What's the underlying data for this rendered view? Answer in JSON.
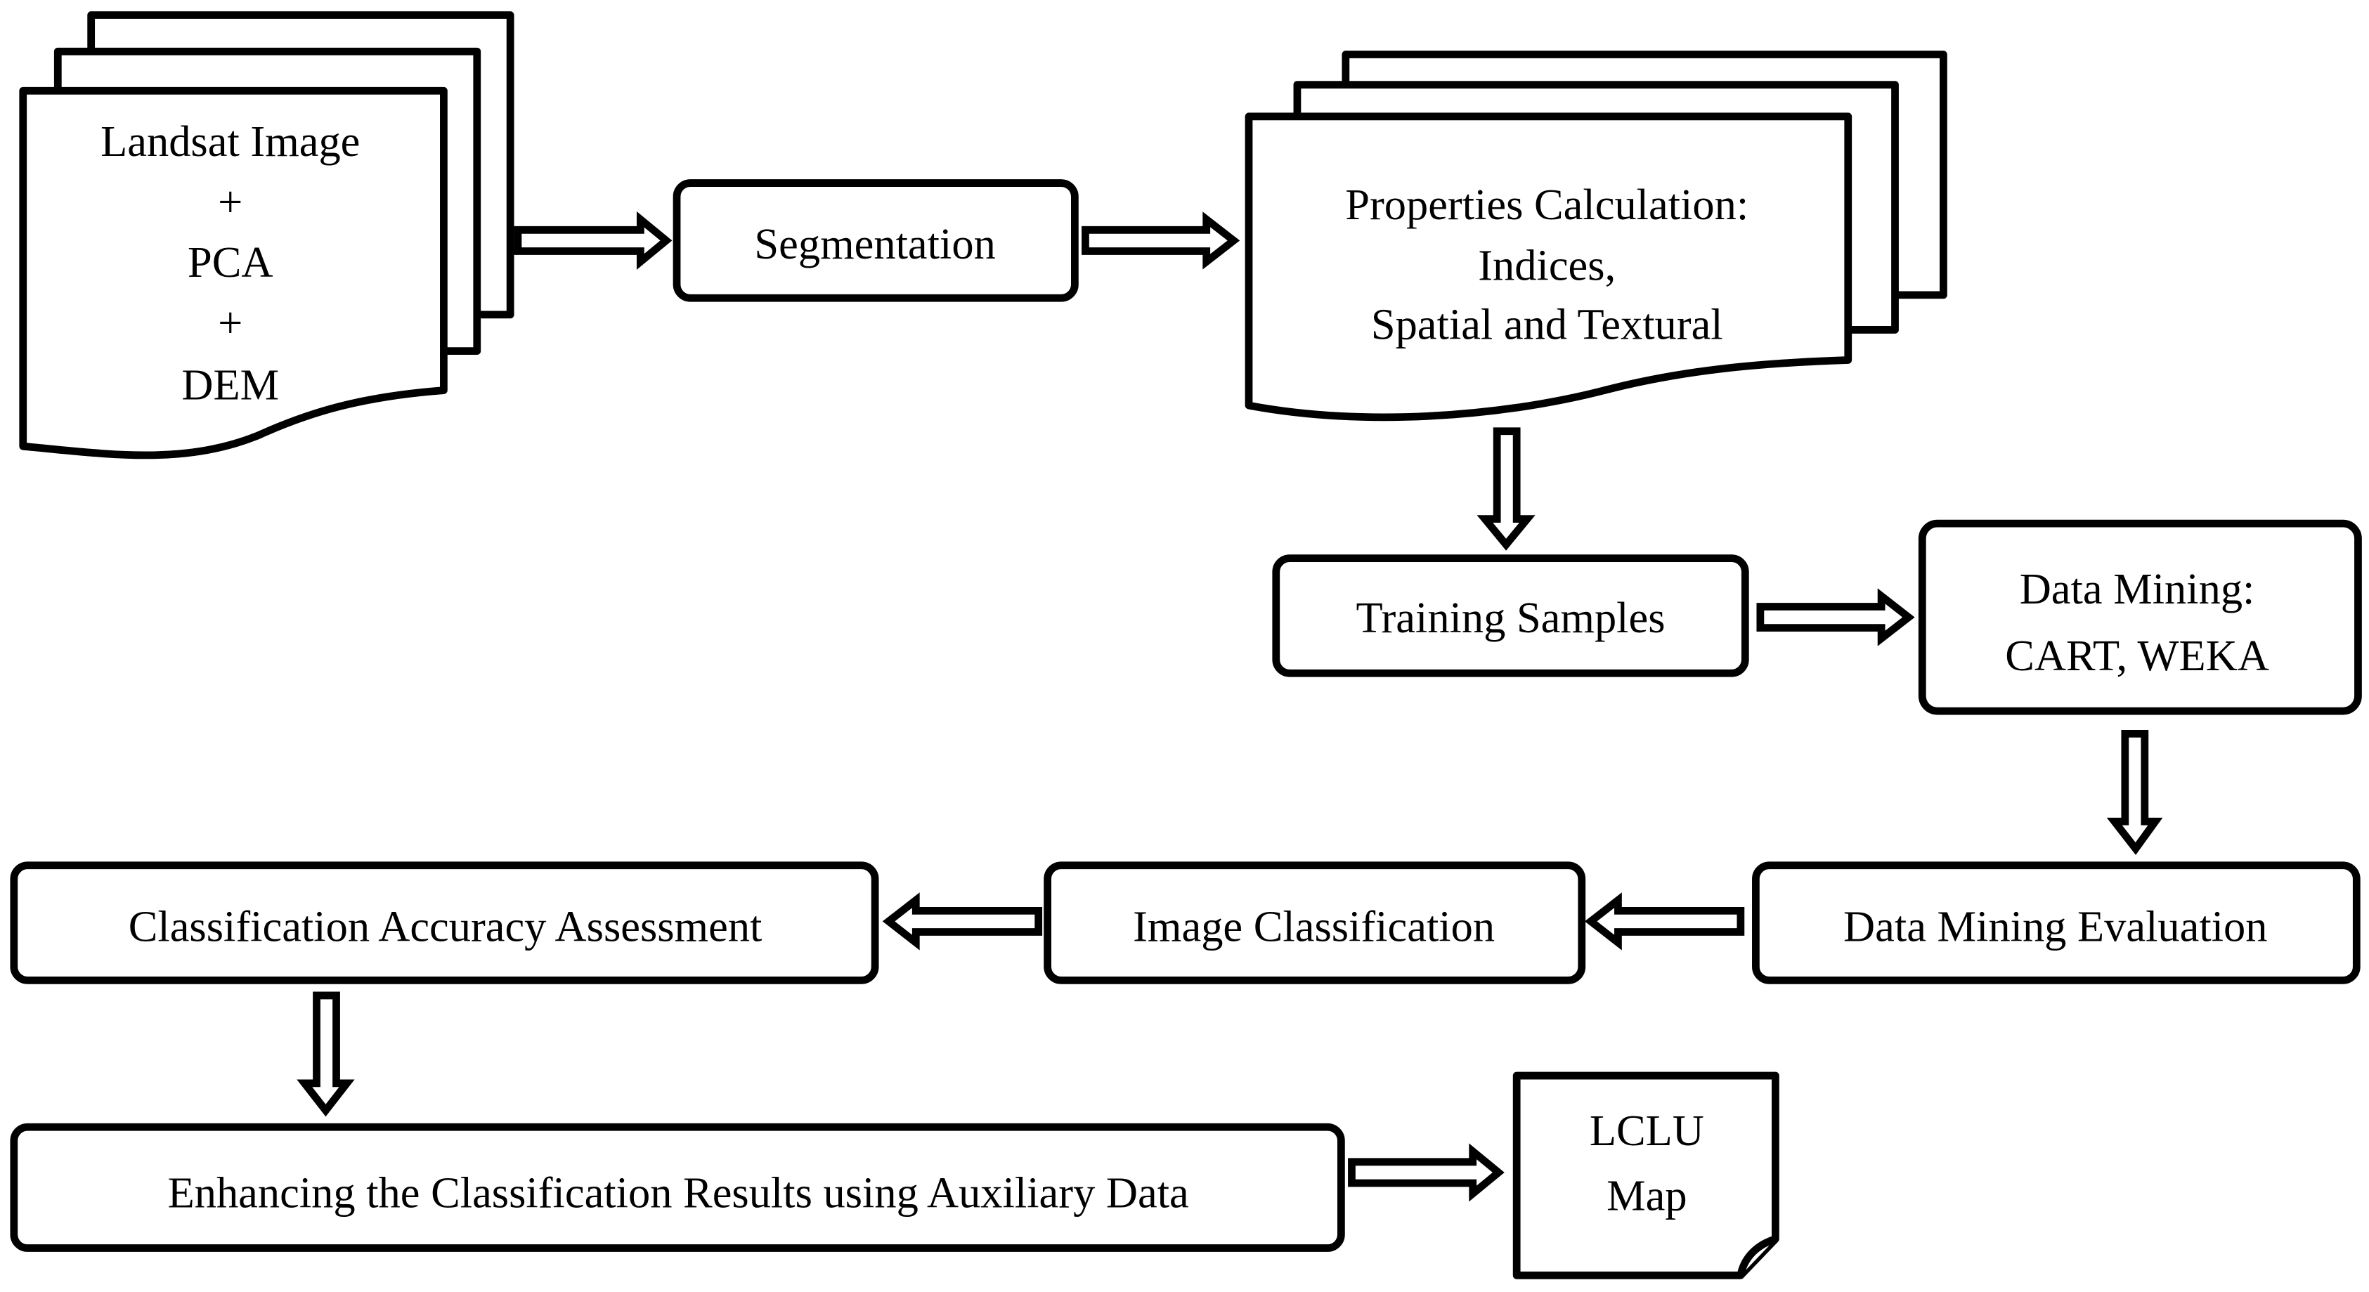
{
  "nodes": {
    "landsat_stack": {
      "lines": [
        "Landsat Image",
        "+",
        "PCA",
        "+",
        "DEM"
      ]
    },
    "segmentation": {
      "label": "Segmentation"
    },
    "properties_stack": {
      "lines": [
        "Properties Calculation:",
        "Indices,",
        "Spatial and Textural"
      ]
    },
    "training_samples": {
      "label": "Training Samples"
    },
    "data_mining": {
      "lines": [
        "Data Mining:",
        "CART, WEKA"
      ]
    },
    "data_mining_evaluation": {
      "label": "Data Mining Evaluation"
    },
    "image_classification": {
      "label": "Image Classification"
    },
    "accuracy_assessment": {
      "label": "Classification Accuracy Assessment"
    },
    "enhancing_results": {
      "label": "Enhancing the Classification Results using Auxiliary Data"
    },
    "lclu_map": {
      "lines": [
        "LCLU",
        "Map"
      ]
    }
  },
  "edges": [
    {
      "from": "landsat_stack",
      "to": "segmentation",
      "direction": "right"
    },
    {
      "from": "segmentation",
      "to": "properties_stack",
      "direction": "right"
    },
    {
      "from": "properties_stack",
      "to": "training_samples",
      "direction": "down"
    },
    {
      "from": "training_samples",
      "to": "data_mining",
      "direction": "right"
    },
    {
      "from": "data_mining",
      "to": "data_mining_evaluation",
      "direction": "down"
    },
    {
      "from": "data_mining_evaluation",
      "to": "image_classification",
      "direction": "left"
    },
    {
      "from": "image_classification",
      "to": "accuracy_assessment",
      "direction": "left"
    },
    {
      "from": "accuracy_assessment",
      "to": "enhancing_results",
      "direction": "down"
    },
    {
      "from": "enhancing_results",
      "to": "lclu_map",
      "direction": "right"
    }
  ]
}
